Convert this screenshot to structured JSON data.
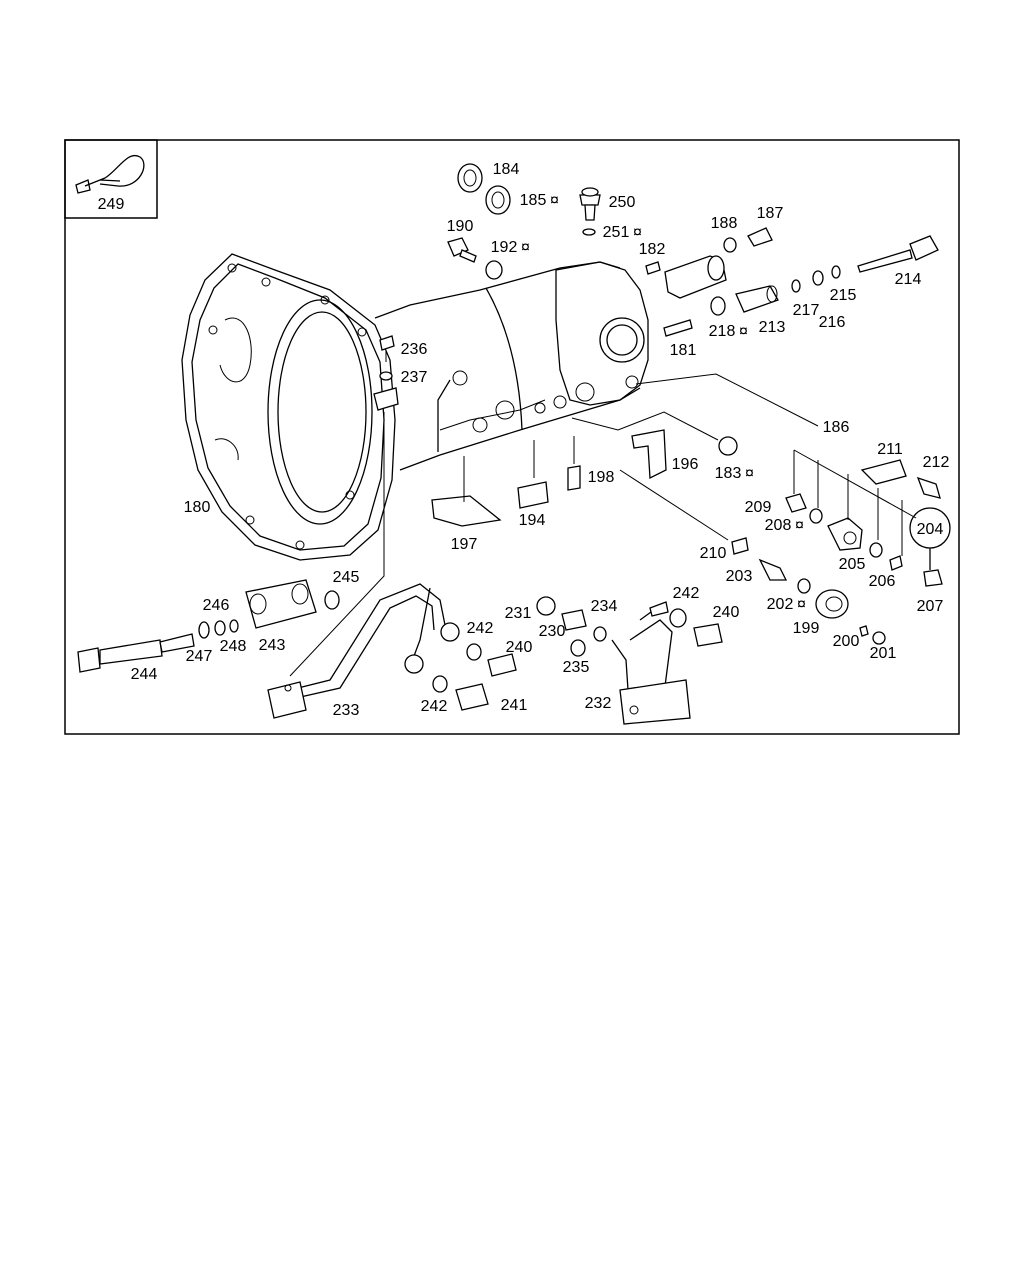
{
  "diagram": {
    "inset_label": "249",
    "labels": {
      "l180": "180",
      "l181": "181",
      "l182": "182",
      "l183": "183",
      "l184": "184",
      "l185": "185",
      "l186": "186",
      "l187": "187",
      "l188": "188",
      "l190": "190",
      "l192": "192",
      "l194": "194",
      "l196": "196",
      "l197": "197",
      "l198": "198",
      "l199": "199",
      "l200": "200",
      "l201": "201",
      "l202": "202",
      "l203": "203",
      "l204": "204",
      "l205": "205",
      "l206": "206",
      "l207": "207",
      "l208": "208",
      "l209": "209",
      "l210": "210",
      "l211": "211",
      "l212": "212",
      "l213": "213",
      "l214": "214",
      "l215": "215",
      "l216": "216",
      "l217": "217",
      "l218": "218",
      "l230": "230",
      "l231": "231",
      "l232": "232",
      "l233": "233",
      "l234": "234",
      "l235": "235",
      "l236": "236",
      "l237": "237",
      "l240a": "240",
      "l240b": "240",
      "l241": "241",
      "l242a": "242",
      "l242b": "242",
      "l242c": "242",
      "l243": "243",
      "l244": "244",
      "l245": "245",
      "l246": "246",
      "l247": "247",
      "l248": "248",
      "l250": "250",
      "l251": "251"
    },
    "marked_symbol": "¤"
  }
}
